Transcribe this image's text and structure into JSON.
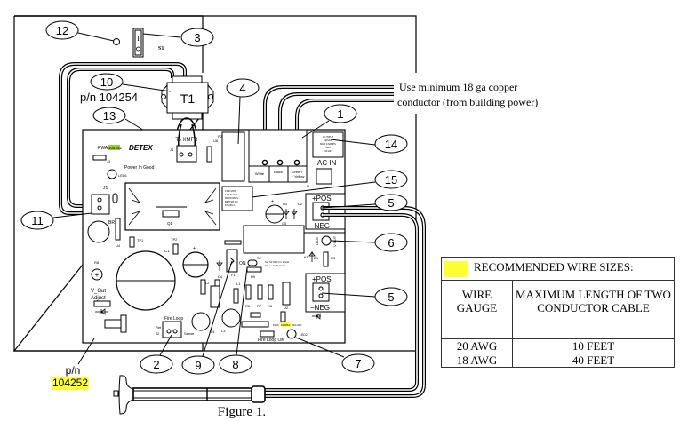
{
  "figure_caption": "Figure 1.",
  "note": {
    "line1": "Use minimum 18 ga copper",
    "line2": "conductor (from building power)"
  },
  "part_numbers": {
    "transformer_prefix": "p/n 104254",
    "board_prefix": "p/n",
    "board_number": "104252"
  },
  "callouts": [
    "1",
    "2",
    "3",
    "4",
    "5",
    "5",
    "6",
    "7",
    "8",
    "9",
    "10",
    "11",
    "12",
    "13",
    "14",
    "15"
  ],
  "components": {
    "transformer": "T1",
    "switch": "S1",
    "to_xmfr": "To XMFR",
    "pwa_label": "PWA",
    "pwa_number": "104252",
    "brand": "DETEX",
    "power_in_good": "Power In Good",
    "led1": "LED1",
    "j1": "J1",
    "br1": "BR1",
    "q1": "Q1",
    "u4": "U4",
    "ac_in": "AC IN",
    "j5": "J5",
    "wire_white": "White",
    "wire_black": "Black",
    "wire_green": "Green + Yellow",
    "pos": "+POS",
    "neg": "−NEG",
    "j4": "J4",
    "j3": "J3",
    "d1": "D1",
    "d2": "D2",
    "d3": "D3",
    "d4": "D4",
    "c1": "C1",
    "c2": "C2",
    "c5": "C5",
    "r3": "R3",
    "r5": "R5",
    "r6": "R6",
    "r7": "R7",
    "r8": "R8",
    "r9": "R9",
    "u2": "U2",
    "l1": "L1",
    "l2": "L2",
    "l3": "L3",
    "l4": "L4",
    "f1": "F1",
    "s2": "S2",
    "on": "ON",
    "k1": "K1",
    "v_out_adjust_1": "V_Out",
    "v_out_adjust_2": "Adjust",
    "fire_loop": "Fire Loop",
    "fire_loop_ok": "Fire Loop OK",
    "sense": "Sense",
    "ret": "Ret",
    "j2": "J2",
    "led2": "LED2",
    "led3": "LED3",
    "v_out": "V OUT",
    "s2_note": "Set S2 OFF for 12volt Fire Loop Systems",
    "pwa2_label": "PWA",
    "pwa2_number": "104252",
    "pwa2_suffix": "SO-600",
    "ac_input_label": "AC INPUT 120VAC 60Hz 0.6 AMPS MAX"
  },
  "wire_table": {
    "title": "RECOMMENDED WIRE SIZES:",
    "legend_color": "#ffff33",
    "headers": [
      "WIRE GAUGE",
      "MAXIMUM LENGTH OF  TWO CONDUCTOR CABLE"
    ],
    "rows": [
      [
        "20 AWG",
        "10 FEET"
      ],
      [
        "18 AWG",
        "40 FEET"
      ]
    ]
  },
  "colors": {
    "highlight": "#ffff33",
    "pwa_highlight": "#9acd32"
  }
}
